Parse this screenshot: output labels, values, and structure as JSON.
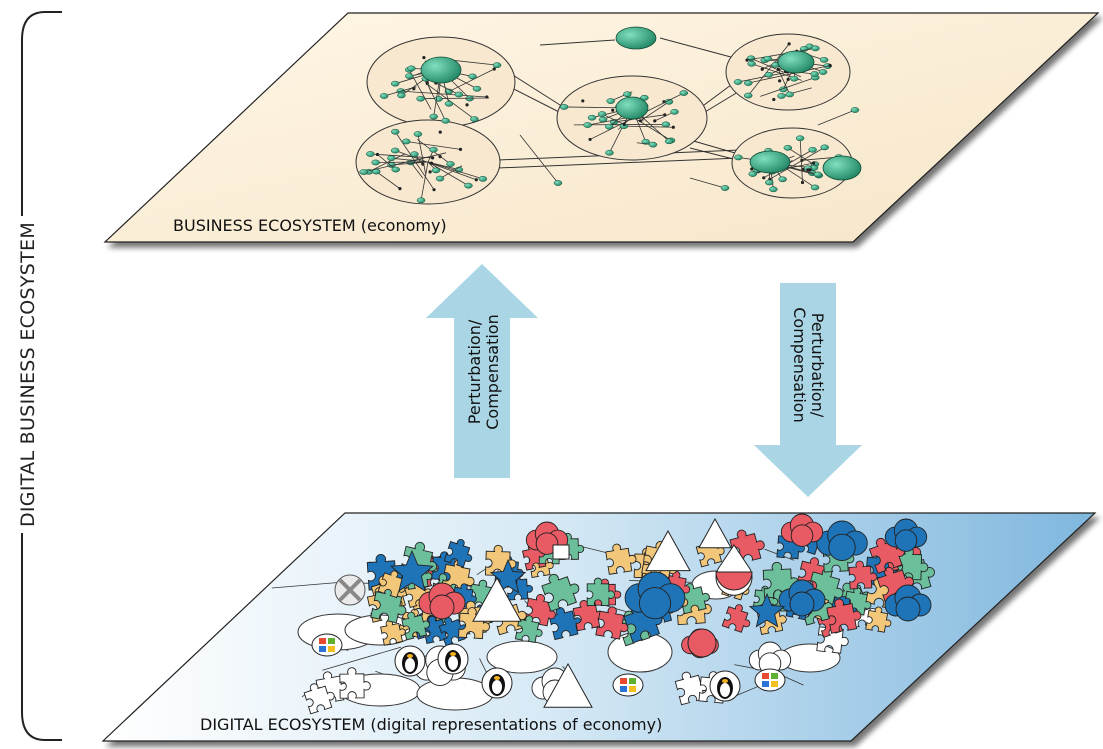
{
  "outer_label": "DIGITAL BUSINESS ECOSYSTEM",
  "business_plane": {
    "label": "BUSINESS ECOSYSTEM (economy)"
  },
  "digital_plane": {
    "label": "DIGITAL ECOSYSTEM (digital representations of economy)"
  },
  "arrow_up": {
    "line1": "Perturbation/",
    "line2": "Compensation"
  },
  "arrow_down": {
    "line1": "Perturbation/",
    "line2": "Compensation"
  },
  "colors": {
    "business_plane": "#fbefd9",
    "digital_plane": "#9fcbe6",
    "node_green": "#2aa079",
    "arrow": "#a9d5e5",
    "puzzle_red": "#e85a64",
    "puzzle_blue": "#1f73b7",
    "puzzle_yellow": "#f2c77a",
    "puzzle_teal": "#6bbf9a"
  }
}
